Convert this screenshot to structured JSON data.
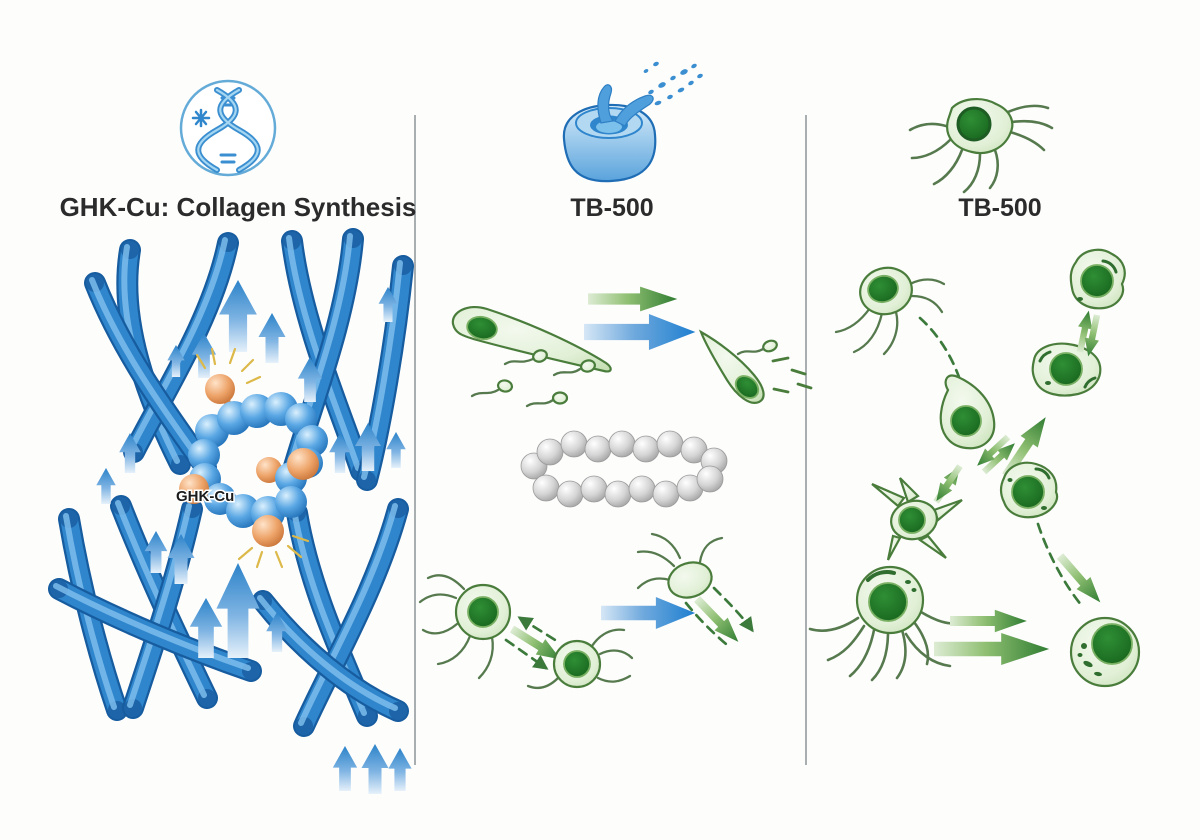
{
  "panels": {
    "left": {
      "title": "GHK-Cu: Collagen Synthesis",
      "icon": "dna-helix-icon",
      "molecule_label": "GHK-Cu"
    },
    "middle": {
      "title": "TB-500",
      "icon": "wound-splash-icon"
    },
    "right": {
      "title": "TB-500",
      "icon": "fibroblast-cell-icon"
    }
  },
  "colors": {
    "collagen_blue": "#2f86cc",
    "arrow_blue": "#2e83c9",
    "copper_orange": "#e89a63",
    "peptide_grey": "#c6c6c6",
    "cell_green_fill": "#dcecd1",
    "cell_green_stroke": "#4a7d3c",
    "nucleus_green": "#1e6b23",
    "arrow_green": "#2f7d32",
    "divider_grey": "#9ba1a5",
    "glow_yellow": "#d9b23a",
    "text": "#2b2b2b"
  }
}
